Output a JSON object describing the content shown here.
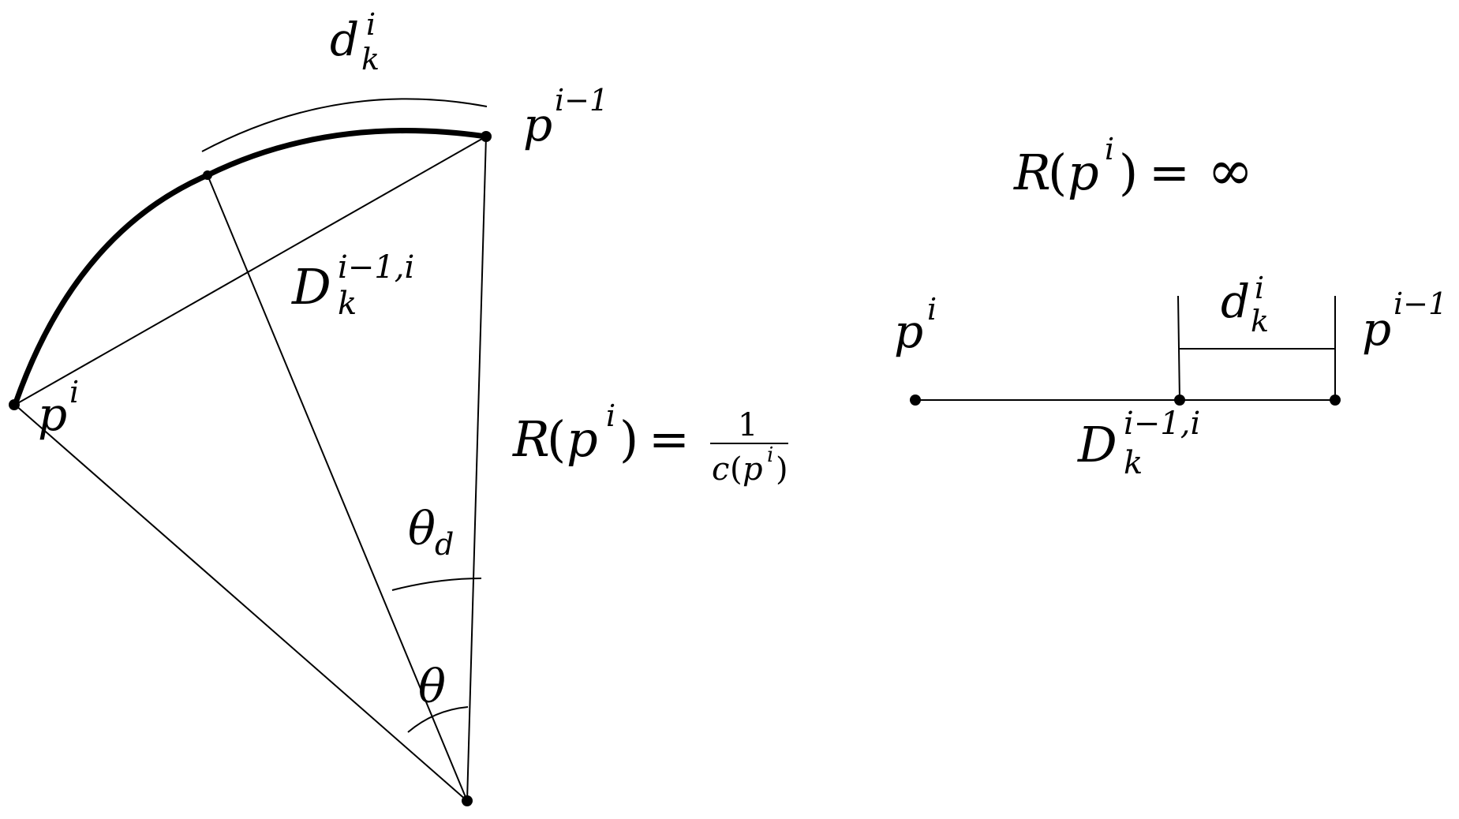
{
  "colors": {
    "ink": "#000000",
    "background": "#ffffff"
  },
  "left_diagram": {
    "description": "Curved path segment on a circle of radius R(p^i) centered at apex",
    "points": {
      "p_i": {
        "label_base": "p",
        "label_sup": "i"
      },
      "p_i_minus_1": {
        "label_base": "p",
        "label_sup": "i−1"
      },
      "intermediate": {},
      "center": {}
    },
    "arc_length_label": {
      "base": "d",
      "sup": "i",
      "sub": "k"
    },
    "chord_label": {
      "base": "D",
      "sup": "i−1,i",
      "sub": "k"
    },
    "radius_formula": {
      "lhs_R": "R",
      "lhs_open": "(",
      "lhs_p": "p",
      "lhs_sup": "i",
      "lhs_close": ")",
      "eq": "=",
      "numerator": "1",
      "den_c": "c",
      "den_open": "(",
      "den_p": "p",
      "den_sup": "i",
      "den_close": ")"
    },
    "angle_labels": {
      "theta_d": {
        "base": "θ",
        "sub": "d"
      },
      "theta": {
        "base": "θ"
      }
    }
  },
  "right_diagram": {
    "description": "Straight-line case with infinite radius",
    "formula": {
      "R": "R",
      "open": "(",
      "p": "p",
      "sup": "i",
      "close": ")",
      "eq": "=",
      "inf": "∞"
    },
    "points": {
      "p_i": {
        "label_base": "p",
        "label_sup": "i"
      },
      "p_i_minus_1": {
        "label_base": "p",
        "label_sup": "i−1"
      }
    },
    "arc_length_label": {
      "base": "d",
      "sup": "i",
      "sub": "k"
    },
    "chord_label": {
      "base": "D",
      "sup": "i−1,i",
      "sub": "k"
    }
  }
}
